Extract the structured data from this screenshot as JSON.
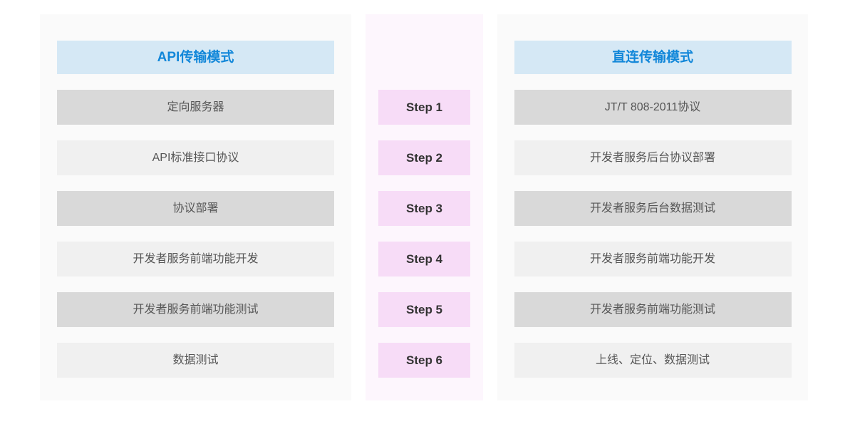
{
  "api_column": {
    "header": "API传输模式",
    "rows": [
      "定向服务器",
      "API标准接口协议",
      "协议部署",
      "开发者服务前端功能开发",
      "开发者服务前端功能测试",
      "数据测试"
    ]
  },
  "steps_column": {
    "steps": [
      "Step 1",
      "Step 2",
      "Step 3",
      "Step 4",
      "Step 5",
      "Step 6"
    ]
  },
  "direct_column": {
    "header": "直连传输模式",
    "rows": [
      "JT/T 808-2011协议",
      "开发者服务后台协议部署",
      "开发者服务后台数据测试",
      "开发者服务前端功能开发",
      "开发者服务前端功能测试",
      "上线、定位、数据测试"
    ]
  },
  "colors": {
    "header_background": "#d5e8f5",
    "header_text": "#1287d9",
    "row_dark": "#d9d9d9",
    "row_light": "#f0f0f0",
    "row_text": "#565656",
    "step_background": "#f7dcf7",
    "step_text": "#333333",
    "panel_gray": "#fafafa",
    "panel_pink": "#fdf6fd"
  }
}
